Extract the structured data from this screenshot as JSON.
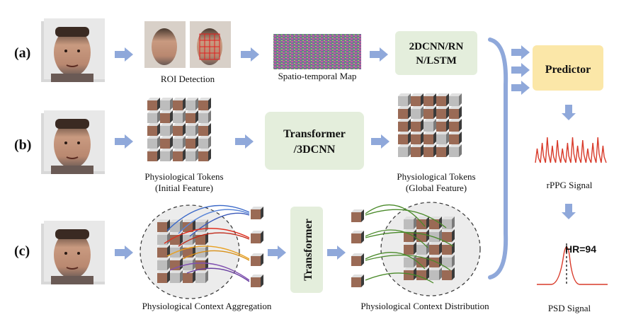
{
  "rows": {
    "a": {
      "label": "(a)"
    },
    "b": {
      "label": "(b)"
    },
    "c": {
      "label": "(c)"
    }
  },
  "captions": {
    "roi_detection": "ROI Detection",
    "spatio_temporal_map": "Spatio-temporal Map",
    "tokens_initial_line1": "Physiological Tokens",
    "tokens_initial_line2": "(Initial Feature)",
    "tokens_global_line1": "Physiological Tokens",
    "tokens_global_line2": "(Global Feature)",
    "context_aggregation": "Physiological Context Aggregation",
    "context_distribution": "Physiological Context Distribution",
    "rppg_signal": "rPPG Signal",
    "psd_signal": "PSD Signal"
  },
  "boxes": {
    "cnn_line1": "2DCNN/RN",
    "cnn_line2": "N/LSTM",
    "transformer_line1": "Transformer",
    "transformer_line2": "/3DCNN",
    "transformer_vertical": "Transformer",
    "predictor": "Predictor"
  },
  "psd": {
    "hr_label": "HR=94"
  },
  "colors": {
    "arrow": "#8fa8da",
    "green_box": "#e4eedc",
    "predictor_box": "#fbe7a8",
    "signal": "#d83a2a",
    "brace": "#8fa8da"
  }
}
